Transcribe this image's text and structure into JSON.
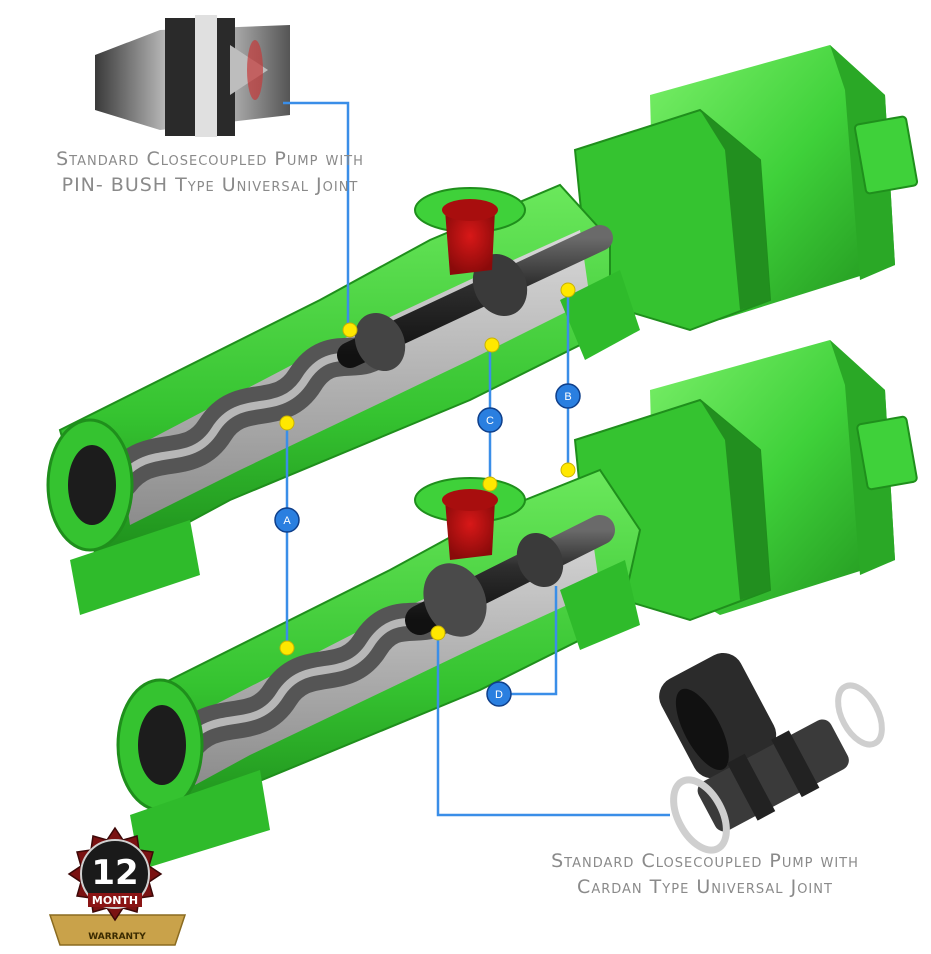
{
  "diagram": {
    "captions": {
      "top": {
        "line1": "Standard Closecoupled Pump with",
        "line2": "PIN- BUSH Type Universal Joint"
      },
      "bottom": {
        "line1": "Standard Closecoupled Pump with",
        "line2": "Cardan Type Universal Joint"
      }
    },
    "callouts": {
      "a": "A",
      "b": "B",
      "c": "C",
      "d": "D"
    },
    "warranty_badge": {
      "number": "12",
      "unit": "MONTH",
      "label": "WARRANTY"
    }
  },
  "colors": {
    "pump_green": "#3fd13a",
    "pump_green_dark": "#1f8f1c",
    "pump_green_light": "#7cf06a",
    "leader_line": "#3a8ee8",
    "marker_yellow": "#ffe800",
    "callout_blue": "#2a7fe0",
    "caption_gray": "#8a8a8a",
    "badge_red": "#7a1212",
    "badge_gold": "#c9a24a"
  }
}
